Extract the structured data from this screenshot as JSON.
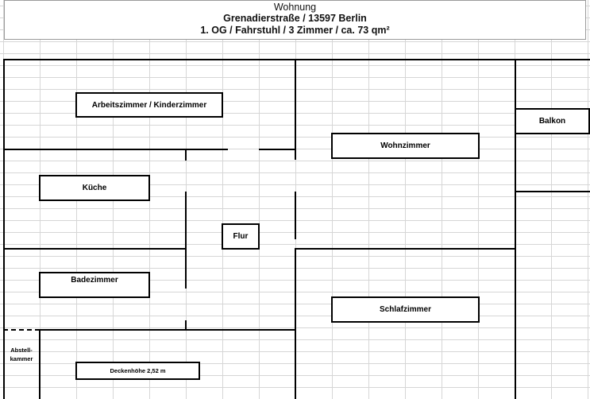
{
  "header": {
    "title": "Wohnung",
    "address": "Grenadierstraße / 13597 Berlin",
    "details": "1. OG / Fahrstuhl / 3 Zimmer / ca. 73 qm²"
  },
  "rooms": {
    "arbeitszimmer": "Arbeitszimmer / Kinderzimmer",
    "kueche": "Küche",
    "badezimmer": "Badezimmer",
    "flur": "Flur",
    "wohnzimmer": "Wohnzimmer",
    "balkon": "Balkon",
    "schlafzimmer": "Schlafzimmer",
    "abstellkammer_line1": "Abstell-",
    "abstellkammer_line2": "kammer"
  },
  "notes": {
    "deckenhoehe": "Deckenhöhe 2,52 m"
  }
}
